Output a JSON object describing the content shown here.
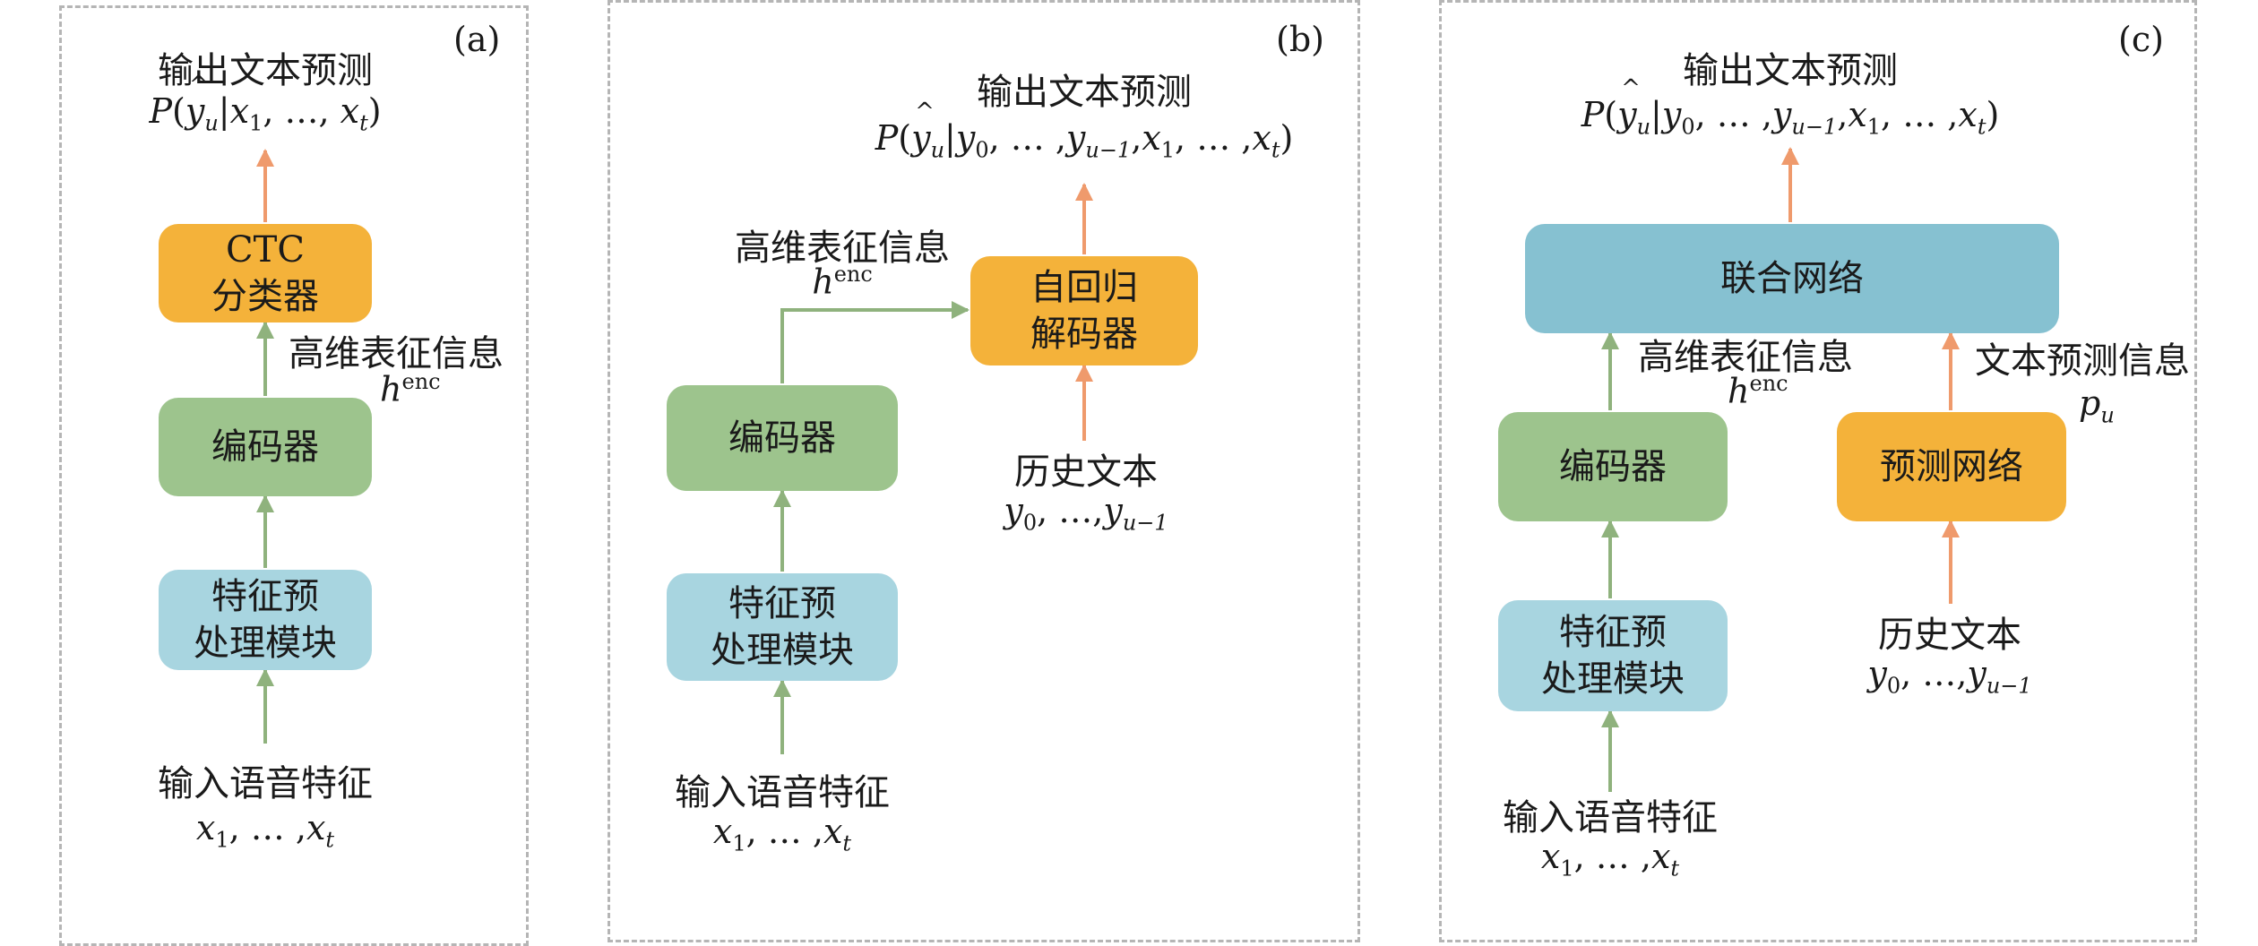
{
  "colors": {
    "orange_box": "#f4b23a",
    "green_box": "#9dc48d",
    "blue_box": "#a8d5e0",
    "teal_box": "#86c1d1",
    "green_arrow": "#8fb27d",
    "orange_arrow": "#ef9a6c",
    "panel_border": "#b5b5b5"
  },
  "icons": [
    "arrow-up",
    "arrow-right"
  ],
  "panel_a": {
    "tag": "(a)",
    "output_title": "输出文本预测",
    "ctc_line1": "CTC",
    "ctc_line2": "分类器",
    "feature_label": "高维表征信息",
    "encoder": "编码器",
    "preproc_line1": "特征预",
    "preproc_line2": "处理模块",
    "input_label": "输入语音特征"
  },
  "panel_b": {
    "tag": "(b)",
    "output_title": "输出文本预测",
    "feature_label": "高维表征信息",
    "decoder_line1": "自回归",
    "decoder_line2": "解码器",
    "encoder": "编码器",
    "history_label": "历史文本",
    "preproc_line1": "特征预",
    "preproc_line2": "处理模块",
    "input_label": "输入语音特征"
  },
  "panel_c": {
    "tag": "(c)",
    "output_title": "输出文本预测",
    "joint": "联合网络",
    "feature_label": "高维表征信息",
    "pred_info_label": "文本预测信息",
    "encoder": "编码器",
    "prediction_net": "预测网络",
    "preproc_line1": "特征预",
    "preproc_line2": "处理模块",
    "history_label": "历史文本",
    "input_label": "输入语音特征"
  },
  "math": {
    "P": "P",
    "y": "y",
    "x": "x",
    "h": "h",
    "p": "p",
    "sub_u": "u",
    "sub_t": "t",
    "sub_1": "1",
    "sub_0": "0",
    "sub_u1": "u−1",
    "enc": "enc",
    "bar": "|",
    "lparen": "(",
    "rparen": ")",
    "sep_a": ", …, ",
    "sep_b": ", … ,",
    "comma": ", ",
    "comma_tight": ",",
    "sep_hist": ", …,"
  }
}
